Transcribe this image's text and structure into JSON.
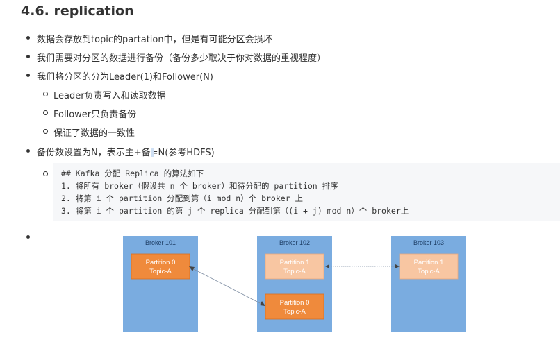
{
  "heading": "4.6. replication",
  "bullets": [
    "数据会存放到topic的partation中，但是有可能分区会损坏",
    "我们需要对分区的数据进行备份（备份多少取决于你对数据的重视程度）",
    "我们将分区的分为Leader(1)和Follower(N)"
  ],
  "sub_bullets": [
    "Leader负责写入和读取数据",
    "Follower只负责备份",
    "保证了数据的一致性"
  ],
  "bullet4": "备份数设置为N，表示主+备=N(参考HDFS)",
  "code": {
    "line0": "## Kafka 分配 Replica 的算法如下",
    "line1": "1. 将所有 broker（假设共 n 个 broker）和待分配的 partition 排序",
    "line2": "2. 将第 i 个 partition 分配到第（i mod n）个 broker 上",
    "line3": "3. 将第 i 个 partition 的第 j 个 replica 分配到第（(i + j) mod n）个 broker上"
  },
  "diagram": {
    "brokers": [
      "Broker 101",
      "Broker 102",
      "Broker 103"
    ],
    "b101_p_name": "Partition 0",
    "b101_p_topic": "Topic-A",
    "b102_p1_name": "Partition 1",
    "b102_p1_topic": "Topic-A",
    "b102_p2_name": "Partition 0",
    "b102_p2_topic": "Topic-A",
    "b103_p_name": "Partition 1",
    "b103_p_topic": "Topic-A"
  },
  "colors": {
    "broker_bg": "#7aace0",
    "leader": "#ef8a3c",
    "follower": "#f8c6a2"
  }
}
